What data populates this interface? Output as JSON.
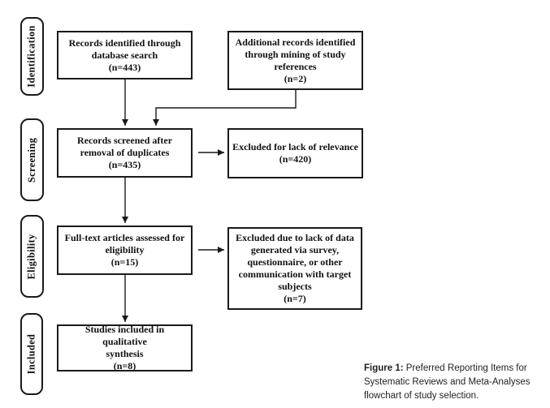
{
  "figure": {
    "stages": [
      {
        "label": "Identification"
      },
      {
        "label": "Screening"
      },
      {
        "label": "Eligibility"
      },
      {
        "label": "Included"
      }
    ],
    "boxes": {
      "records": {
        "text": "Records identified through\ndatabase search\n(n=443)"
      },
      "additional": {
        "text": "Additional records identified\nthrough mining of study\nreferences\n(n=2)"
      },
      "screened": {
        "text": "Records screened after\nremoval of duplicates\n(n=435)"
      },
      "excluded_relevance": {
        "text": "Excluded for lack of relevance\n(n=420)"
      },
      "fulltext": {
        "text": "Full-text articles assessed for\neligibility\n(n=15)"
      },
      "excluded_data": {
        "text": "Excluded due to lack of data\ngenerated via survey,\nquestionnaire, or other\ncommunication with target\nsubjects\n(n=7)"
      },
      "included": {
        "text": "Studies included in qualitative\nsynthesis\n(n=8)"
      }
    },
    "caption": {
      "label": "Figure 1:",
      "text": " Preferred Reporting Items for Systematic Reviews and Meta-Analyses flowchart of study selection."
    },
    "colors": {
      "line": "#1a1a1a",
      "text": "#111111",
      "background": "#ffffff"
    }
  }
}
